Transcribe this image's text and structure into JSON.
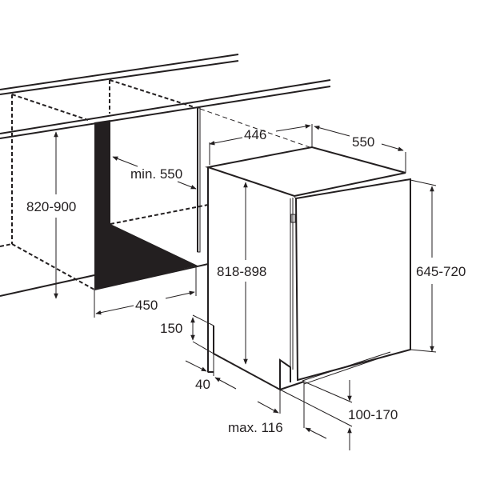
{
  "dimensions": {
    "niche_depth_top": "446",
    "appliance_depth": "550",
    "niche_depth_min": "min. 550",
    "niche_height": "820-900",
    "appliance_height": "818-898",
    "door_height": "645-720",
    "niche_width": "450",
    "plinth_height": "150",
    "plinth_offset": "40",
    "plinth_depth_max": "max. 116",
    "door_bottom_gap": "100-170"
  },
  "colors": {
    "ink": "#231f20",
    "background": "#ffffff"
  }
}
